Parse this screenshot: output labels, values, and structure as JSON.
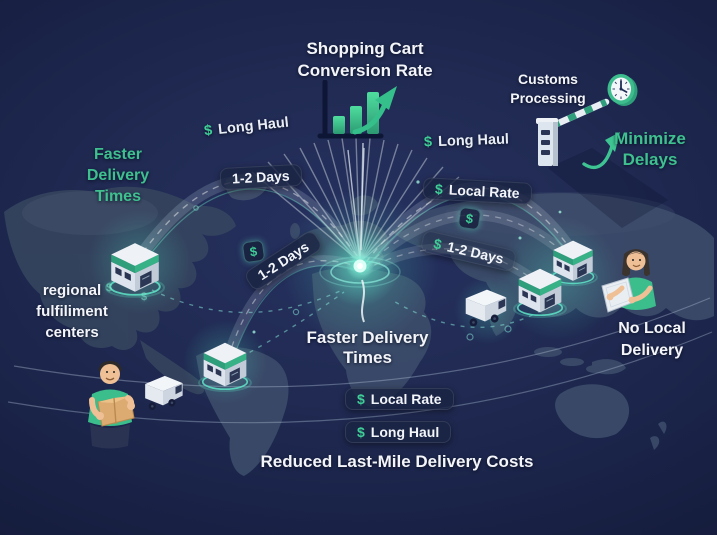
{
  "palette": {
    "background_navy": "#1f2950",
    "map_land": "#3e4e6c",
    "accent_green": "#3ec08f",
    "teal_glow": "#6fe8cf",
    "text_white": "#f3f5f9",
    "pill_background": "#1a2342",
    "dollar_green": "#3fce97"
  },
  "labels": {
    "shopping_cart_title": "Shopping Cart\nConversion Rate",
    "customs_processing": "Customs\nProcessing",
    "minimize_delays": "Minimize\nDelays",
    "faster_delivery_left": "Faster\nDelivery\nTimes",
    "regional_centers": "regional\nfulfiliment\ncenters",
    "faster_delivery_center": "Faster Delivery Times",
    "no_local_delivery": "No Local\nDelivery",
    "reduced_last_mile": "Reduced Last-Mile Delivery Costs"
  },
  "route_labels": {
    "dollar": "$",
    "left_long_haul": "Long Haul",
    "left_days_upper": "1-2 Days",
    "left_days_lower": "1-2 Days",
    "right_long_haul": "Long Haul",
    "right_local_rate": "Local Rate",
    "right_days": "1-2 Days",
    "bottom_local_rate": "Local Rate",
    "bottom_long_haul": "Long Haul"
  },
  "icons": [
    "bar-chart-growth-icon",
    "clock-icon",
    "customs-barrier-icon",
    "warehouse-icon",
    "delivery-van-icon",
    "person-with-package-icon",
    "person-with-tablet-icon",
    "delivery-hub-glow",
    "dollar-icon",
    "world-map"
  ]
}
